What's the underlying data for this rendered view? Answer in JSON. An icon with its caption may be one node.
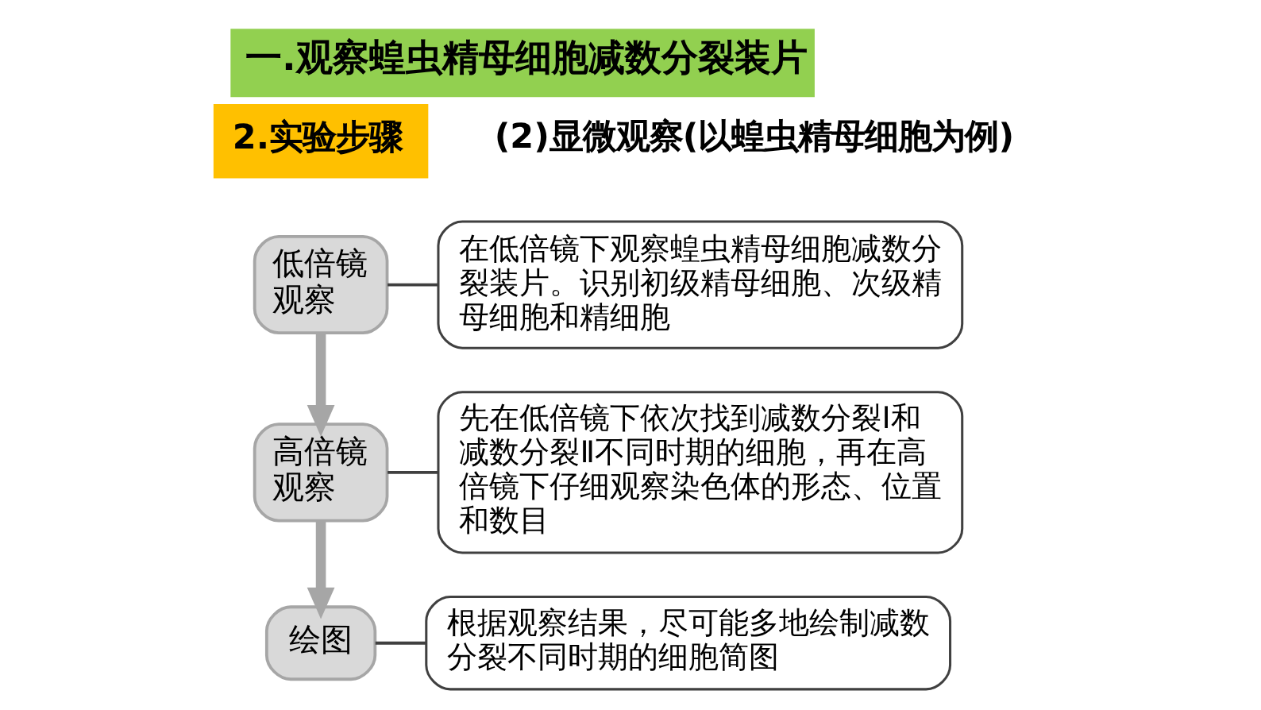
{
  "diagram": {
    "title": "一.观察蝗虫精母细胞减数分裂装片",
    "nodes": [
      {
        "text": [
          "2.实验步骤"
        ]
      },
      {
        "text": [
          "低倍镜观察"
        ]
      },
      {
        "text": [
          "在低倍镜下观察蝗虫精母细胞减数分裂装片。识别初级精母细胞、次级精母细胞和精细胞"
        ]
      },
      {
        "text": [
          "高倍镜观察"
        ]
      },
      {
        "text": [
          "先在低倍镜下依次找到减数分裂Ⅰ和减数分裂Ⅱ不同时期的细胞，再在高倍镜下仔细观察染色体的形态、位置和数目"
        ]
      },
      {
        "text": [
          "绘图"
        ]
      },
      {
        "text": [
          "根据观察结果，尽可能多地绘制减数分裂不同时期的细胞简图"
        ]
      }
    ],
    "edges": [
      {
        "from": 1,
        "to": 2,
        "arrow": "none"
      },
      {
        "from": 1,
        "to": 3,
        "arrow": "to",
        "style": "thick",
        "color": "#a6a6a6"
      },
      {
        "from": 3,
        "to": 4,
        "arrow": "none"
      },
      {
        "from": 3,
        "to": 5,
        "arrow": "to",
        "style": "thick",
        "color": "#a6a6a6"
      },
      {
        "from": 5,
        "to": 6,
        "arrow": "none"
      }
    ],
    "labels": [
      "(2)显微观察(以蝗虫精母细胞为例)"
    ]
  }
}
